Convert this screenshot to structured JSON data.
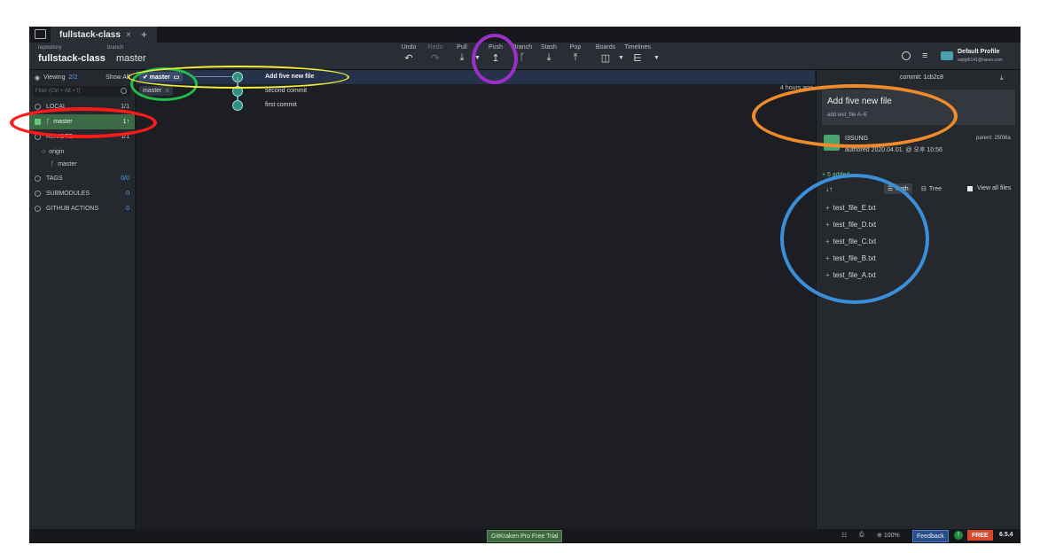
{
  "window": {
    "tab_title": "fullstack-class",
    "tab_close": "×",
    "new_tab": "+"
  },
  "toolbar": {
    "repo_label": "repository",
    "repo_name": "fullstack-class",
    "branch_label": "branch",
    "branch_name": "master",
    "buttons": [
      {
        "label": "Undo",
        "icon": "↶"
      },
      {
        "label": "Redo",
        "icon": "↷"
      },
      {
        "label": "Pull",
        "icon": "⤓"
      },
      {
        "label": "Push",
        "icon": "↥"
      },
      {
        "label": "Branch",
        "icon": "ᚴ"
      },
      {
        "label": "Stash",
        "icon": "⤓"
      },
      {
        "label": "Pop",
        "icon": "⤒"
      },
      {
        "label": "Boards",
        "icon": "◫"
      },
      {
        "label": "Timelines",
        "icon": "⋿"
      }
    ],
    "profile_name": "Default Profile",
    "profile_email": "wptjd6141@naver.com"
  },
  "left_panel": {
    "viewing": "Viewing",
    "viewing_count": "2/2",
    "show_all": "Show All",
    "filter_placeholder": "Filter (Ctrl + Alt + f)",
    "local_header": "LOCAL",
    "local_count": "1/1",
    "local_branch": "master",
    "local_branch_ahead": "1↑",
    "remote_header": "REMOTE",
    "remote_count": "1/1",
    "remote_origin": "origin",
    "remote_branch": "master",
    "tags": "TAGS",
    "tags_count": "0/0",
    "submodules": "SUBMODULES",
    "submodules_count": "0",
    "actions": "GITHUB ACTIONS",
    "actions_count": "0"
  },
  "graph": {
    "local_tag": "✔ master",
    "remote_tag": "master",
    "commits": [
      {
        "message": "Add five new file"
      },
      {
        "message": "second commit"
      },
      {
        "message": "first commit"
      }
    ],
    "time_ago": "4 hours ago"
  },
  "right_panel": {
    "commit_id": "commit: 1cb2c8",
    "summary_title": "Add five new file",
    "summary_desc": "add test_file A~E",
    "author_name": "I3SUNG",
    "author_date": "authored  2020.04.01. @ 오후 10:56",
    "parent": "parent: 25f06a",
    "added": "+  5 added",
    "path_label": "Path",
    "tree_label": "Tree",
    "view_all": "View all files",
    "files": [
      "test_file_E.txt",
      "test_file_D.txt",
      "test_file_C.txt",
      "test_file_B.txt",
      "test_file_A.txt"
    ]
  },
  "status_bar": {
    "trial": "GitKraken Pro Free Trial",
    "zoom": "100%",
    "feedback": "Feedback",
    "free": "FREE",
    "version": "6.5.4"
  },
  "annotation_colors": {
    "red": "#ff1a1a",
    "green": "#1fbf4a",
    "yellow": "#f2ee3a",
    "purple": "#9b30c9",
    "orange": "#f08a2a",
    "blue": "#3b8fd9"
  }
}
